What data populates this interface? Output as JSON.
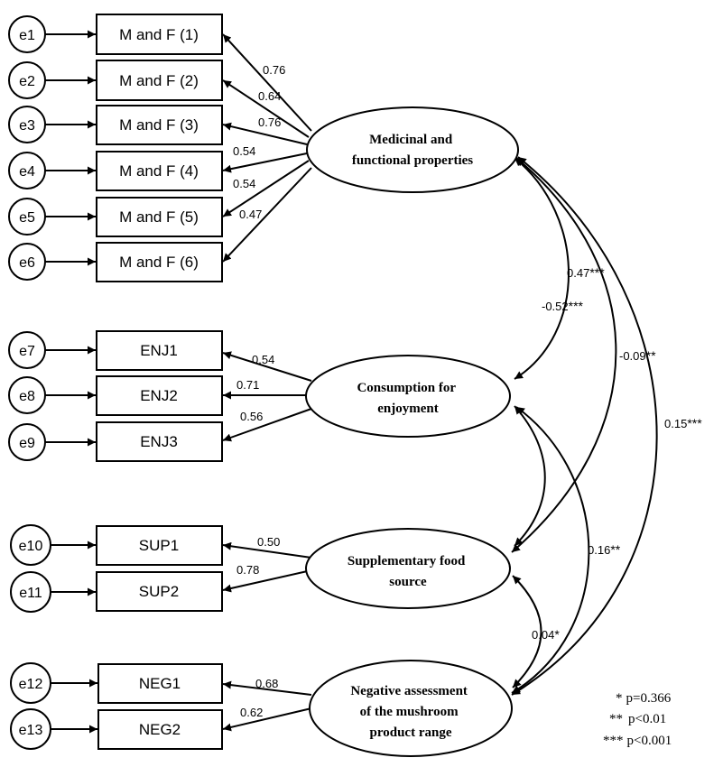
{
  "diagram": {
    "latents": [
      {
        "id": "medicinal",
        "lines": [
          "Medicinal and",
          "functional properties"
        ]
      },
      {
        "id": "enjoyment",
        "lines": [
          "Consumption for",
          "enjoyment"
        ]
      },
      {
        "id": "supplementary",
        "lines": [
          "Supplementary food",
          "source"
        ]
      },
      {
        "id": "negative",
        "lines": [
          "Negative assessment",
          "of the mushroom",
          "product range"
        ]
      }
    ],
    "indicators": [
      {
        "label": "M and F (1)",
        "error": "e1",
        "loading": "0.76"
      },
      {
        "label": "M and F (2)",
        "error": "e2",
        "loading": "0.64"
      },
      {
        "label": "M and F (3)",
        "error": "e3",
        "loading": "0.76"
      },
      {
        "label": "M and F (4)",
        "error": "e4",
        "loading": "0.54"
      },
      {
        "label": "M and F (5)",
        "error": "e5",
        "loading": "0.54"
      },
      {
        "label": "M and F (6)",
        "error": "e6",
        "loading": "0.47"
      },
      {
        "label": "ENJ1",
        "error": "e7",
        "loading": "0.54"
      },
      {
        "label": "ENJ2",
        "error": "e8",
        "loading": "0.71"
      },
      {
        "label": "ENJ3",
        "error": "e9",
        "loading": "0.56"
      },
      {
        "label": "SUP1",
        "error": "e10",
        "loading": "0.50"
      },
      {
        "label": "SUP2",
        "error": "e11",
        "loading": "0.78"
      },
      {
        "label": "NEG1",
        "error": "e12",
        "loading": "0.68"
      },
      {
        "label": "NEG2",
        "error": "e13",
        "loading": "0.62"
      }
    ],
    "correlations": [
      {
        "from": "medicinal",
        "to": "enjoyment",
        "value": "0.47",
        "stars": "***"
      },
      {
        "from": "medicinal",
        "to": "supplementary",
        "value": "-0.09",
        "stars": "**"
      },
      {
        "from": "medicinal",
        "to": "negative",
        "value": "0.15",
        "stars": "***"
      },
      {
        "from": "enjoyment",
        "to": "supplementary",
        "value": "-0.52",
        "stars": "***"
      },
      {
        "from": "enjoyment",
        "to": "negative",
        "value": "0.16",
        "stars": "**"
      },
      {
        "from": "supplementary",
        "to": "negative",
        "value": "0.04",
        "stars": "*"
      }
    ],
    "legend": [
      {
        "stars": "*",
        "text": "p=0.366"
      },
      {
        "stars": "**",
        "text": "p<0.01"
      },
      {
        "stars": "***",
        "text": "p<0.001"
      }
    ]
  }
}
